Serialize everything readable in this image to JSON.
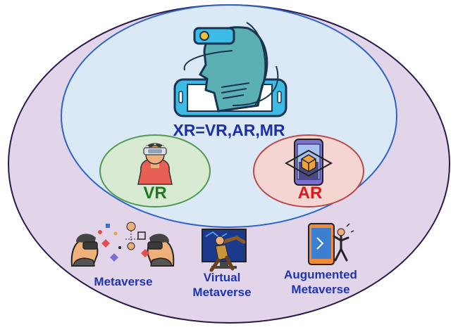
{
  "labels": {
    "xr": "XR=VR,AR,MR",
    "vr": "VR",
    "ar": "AR",
    "metaverse": "Metaverse",
    "virtual_metaverse": [
      "Virtual",
      "Metaverse"
    ],
    "augmented_metaverse": [
      "Augumented",
      "Metaverse"
    ]
  },
  "icons": {
    "xr": "xr-headset-phone-icon",
    "vr": "vr-user-icon",
    "ar": "ar-phone-cube-icon",
    "metaverse": "metaverse-people-icon",
    "virtual_metaverse": "virtual-metaverse-icon",
    "augmented_metaverse": "augmented-metaverse-icon"
  },
  "colors": {
    "outer_fill": "#e2d5ea",
    "outer_stroke": "#2a1a4a",
    "xr_fill": "#dbe8f6",
    "xr_stroke": "#2e63c4",
    "vr_fill": "#d9ead3",
    "vr_stroke": "#4f9a4f",
    "ar_fill": "#f4d5d2",
    "ar_stroke": "#b94a4a",
    "xr_text": "#1a2fa8",
    "vr_text": "#1f7a1f",
    "ar_text": "#e01818",
    "caption_text": "#1f33b3"
  }
}
